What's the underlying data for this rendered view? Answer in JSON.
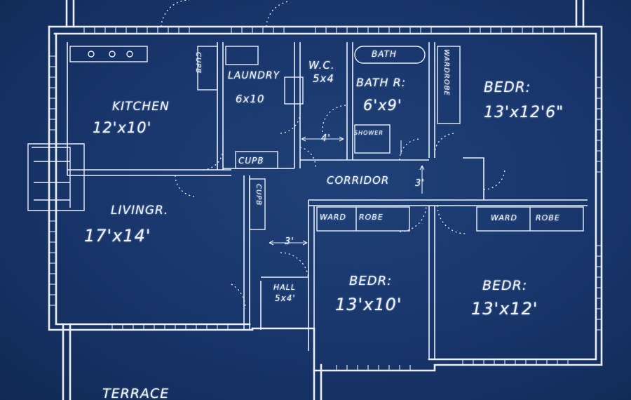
{
  "plan": {
    "rooms": {
      "kitchen": {
        "name": "KITCHEN",
        "size": "12'x10'"
      },
      "laundry": {
        "name": "LAUNDRY",
        "size": "6x10"
      },
      "wc": {
        "name": "W.C.",
        "size": "5x4"
      },
      "bath": {
        "name": "BATH R:",
        "size": "6'x9'"
      },
      "bed1": {
        "name": "BEDR:",
        "size": "13'x12'6\""
      },
      "living": {
        "name": "LIVINGR.",
        "size": "17'x14'"
      },
      "bed2": {
        "name": "BEDR:",
        "size": "13'x10'"
      },
      "bed3": {
        "name": "BEDR:",
        "size": "13'x12'"
      },
      "hall": {
        "name": "HALL",
        "size": "5x4'"
      }
    },
    "fixtures": {
      "bathtub": "BATH",
      "shower": "SHOWER",
      "cupboard_kitchen": "CUPB",
      "cupboard_laundry": "CUPB",
      "cupboard_corridor": "CUPB",
      "wardrobe_bed1": "WARDROBE",
      "wardrobe_bed2_a": "WARD",
      "wardrobe_bed2_b": "ROBE",
      "wardrobe_bed3_a": "WARD",
      "wardrobe_bed3_b": "ROBE"
    },
    "corridor": "CORRIDOR",
    "terrace": "TERRACE",
    "dimensions": {
      "corridor_width": "4'",
      "corridor_width_2": "3'",
      "hall_width": "3'"
    }
  },
  "colors": {
    "paper": "#18356a",
    "ink": "#e9eef8"
  }
}
